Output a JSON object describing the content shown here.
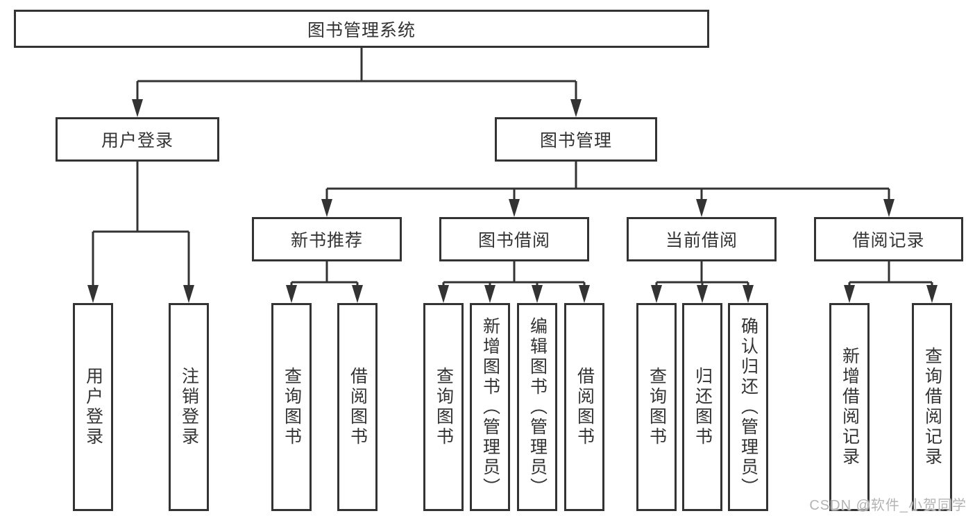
{
  "diagram": {
    "root": {
      "label": "图书管理系统"
    },
    "level2": [
      {
        "label": "用户登录"
      },
      {
        "label": "图书管理"
      }
    ],
    "level3": [
      {
        "label": "新书推荐"
      },
      {
        "label": "图书借阅"
      },
      {
        "label": "当前借阅"
      },
      {
        "label": "借阅记录"
      }
    ],
    "leaves": {
      "user_login": [
        {
          "label": "用户登录"
        },
        {
          "label": "注销登录"
        }
      ],
      "new_book_recommend": [
        {
          "label": "查询图书"
        },
        {
          "label": "借阅图书"
        }
      ],
      "book_borrow": [
        {
          "label": "查询图书"
        },
        {
          "label": "新增图书（管理员）"
        },
        {
          "label": "编辑图书（管理员）"
        },
        {
          "label": "借阅图书"
        }
      ],
      "current_borrow": [
        {
          "label": "查询图书"
        },
        {
          "label": "归还图书"
        },
        {
          "label": "确认归还（管理员）"
        }
      ],
      "borrow_records": [
        {
          "label": "新增借阅记录"
        },
        {
          "label": "查询借阅记录"
        }
      ]
    }
  },
  "watermark": {
    "text": "CSDN @软件_小贺同学"
  },
  "colors": {
    "line": "#333333",
    "text": "#333333",
    "box_background": "#ffffff",
    "watermark": "#b4b4b4",
    "background": "#ffffff"
  }
}
